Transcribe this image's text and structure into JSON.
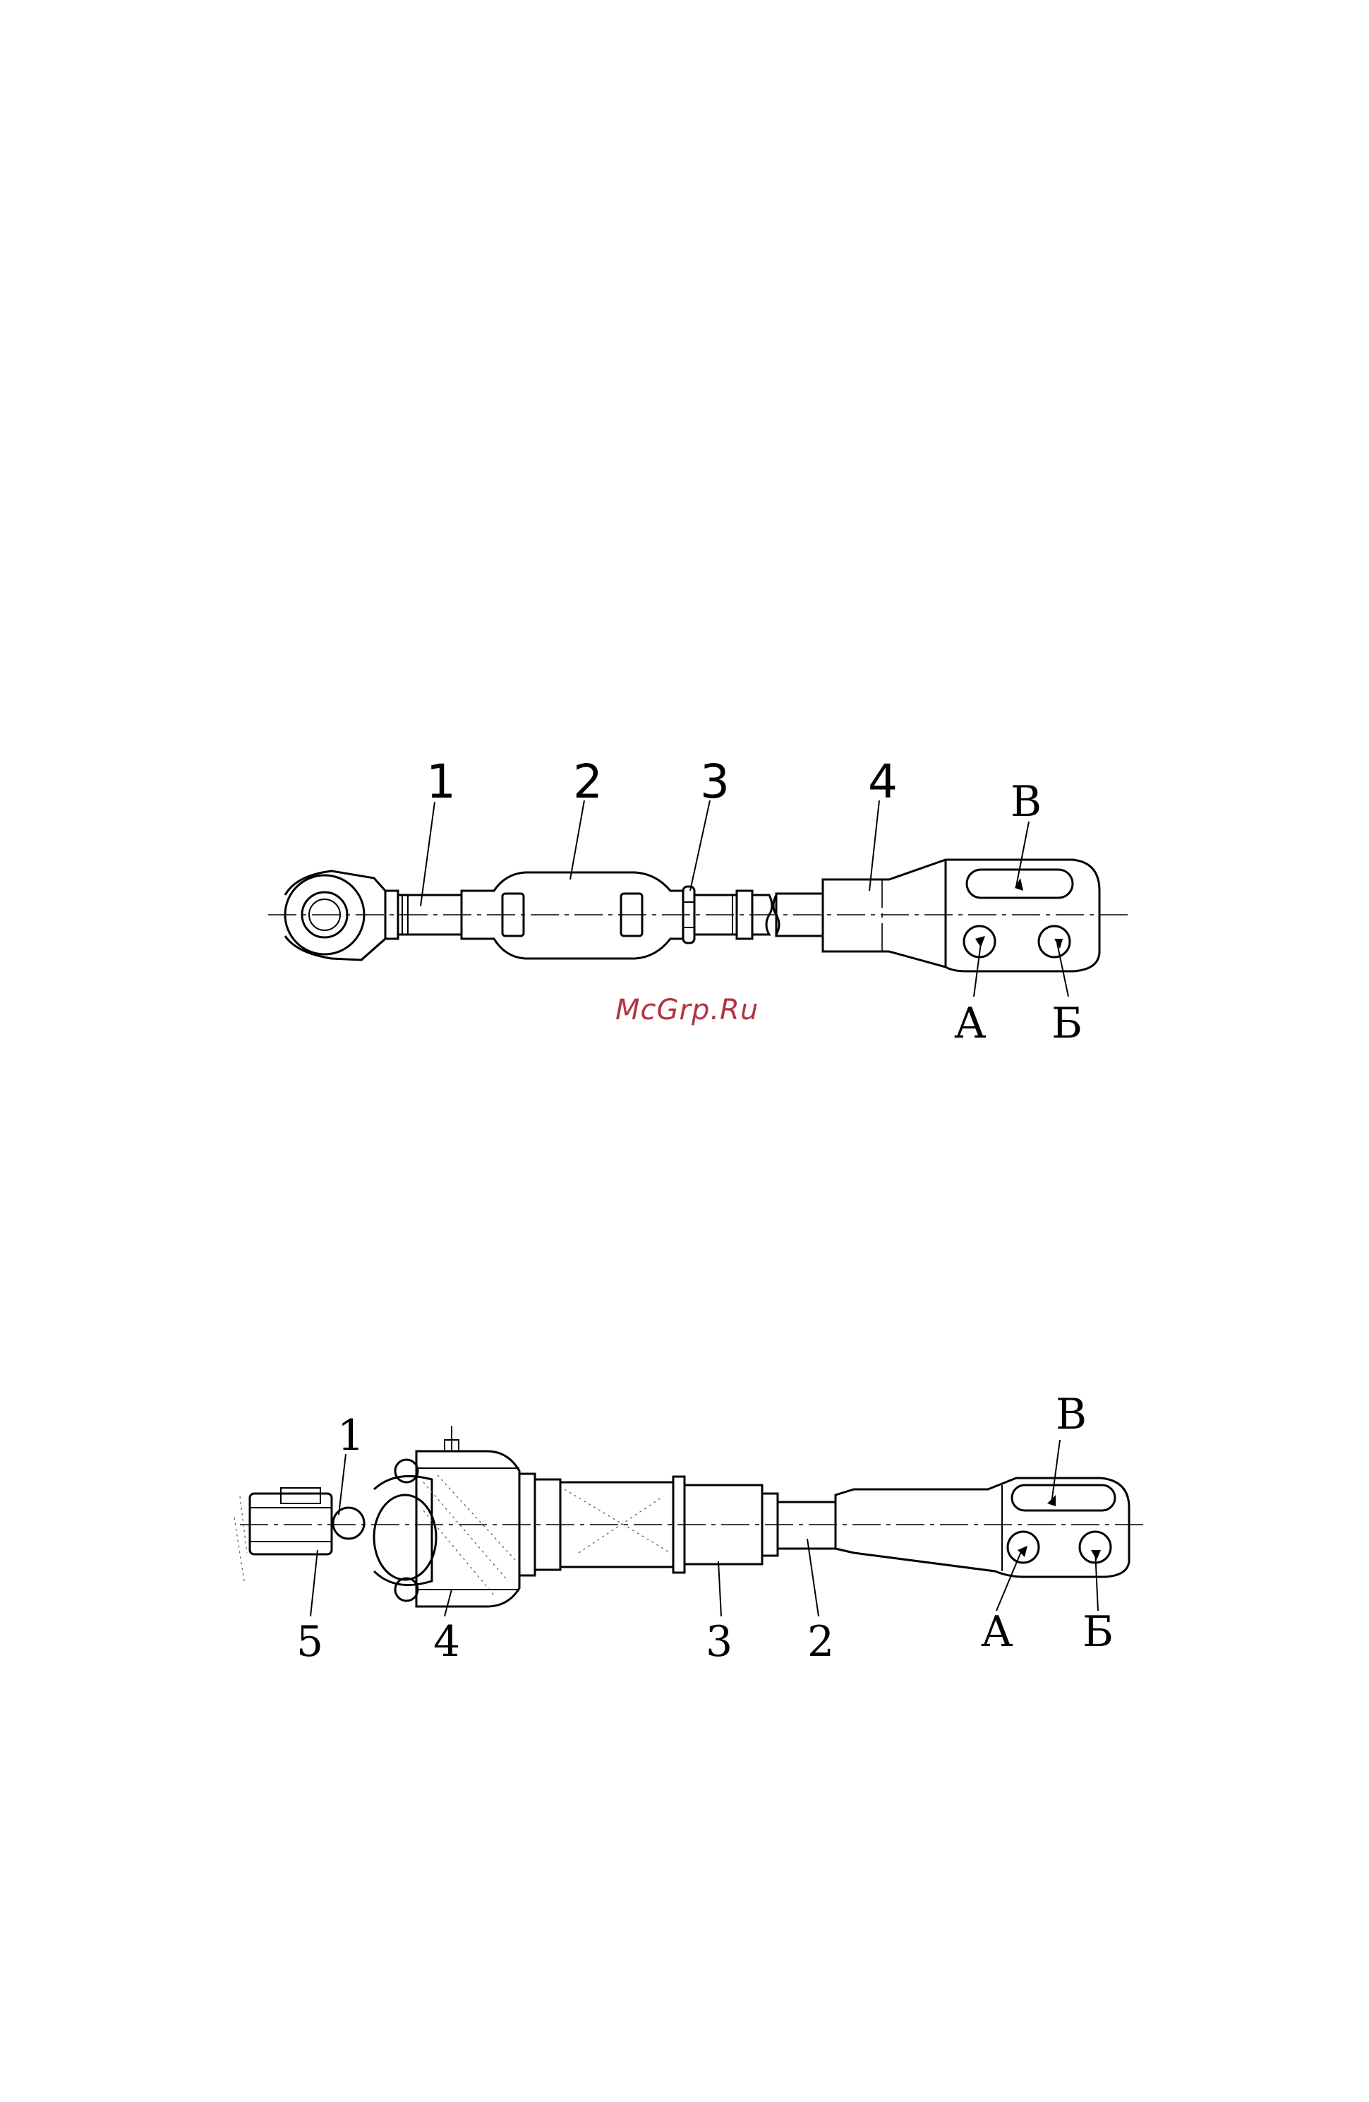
{
  "figure1": {
    "labels": [
      "1",
      "2",
      "3",
      "4"
    ],
    "letters": {
      "top": "В",
      "left": "А",
      "right": "Б"
    }
  },
  "figure2": {
    "labels_top": [
      "1"
    ],
    "labels_bottom": [
      "5",
      "4",
      "3",
      "2"
    ],
    "letters": {
      "top": "В",
      "left": "А",
      "right": "Б"
    }
  },
  "watermark": "McGrp.Ru",
  "colors": {
    "watermark": "#b2343f",
    "ink": "#000000"
  }
}
